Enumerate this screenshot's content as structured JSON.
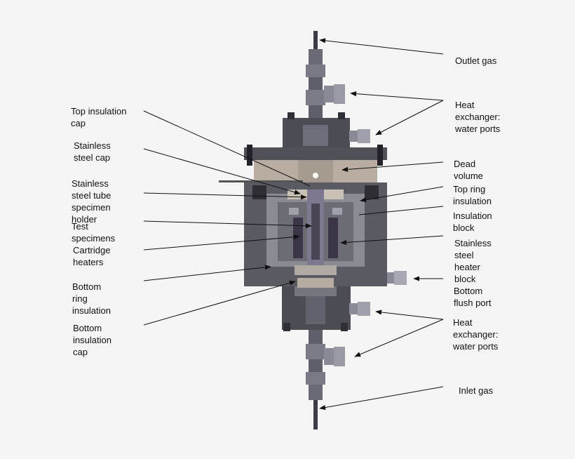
{
  "labels": {
    "outlet_gas": "Outlet gas",
    "heat_exchanger_top": "Heat\nexchanger:\nwater ports",
    "top_insulation_cap": "Top insulation\ncap",
    "stainless_steel_cap": "Stainless\nsteel cap",
    "dead_volume": "Dead\nvolume",
    "stainless_steel_tube": "Stainless\nsteel tube\nspecimen\nholder",
    "top_ring_insulation": "Top ring\ninsulation",
    "insulation_block": "Insulation\nblock",
    "test_specimens": "Test\nspecimens",
    "cartridge_heaters": "Cartridge\nheaters",
    "stainless_steel_heater_block": "Stainless\nsteel\nheater\nblock",
    "bottom_ring_insulation": "Bottom\nring\ninsulation",
    "bottom_flush_port": "Bottom\nflush port",
    "bottom_insulation_cap": "Bottom\ninsulation\ncap",
    "heat_exchanger_bottom": "Heat\nexchanger:\nwater ports",
    "inlet_gas": "Inlet  gas"
  },
  "colors": {
    "background": "#f5f5f5",
    "dark_steel": "#4a4a52",
    "steel": "#6c6c74",
    "light_steel": "#8a8a94",
    "insulation": "#b9b0a6",
    "tube": "#5a5466",
    "leader": "#111111"
  }
}
